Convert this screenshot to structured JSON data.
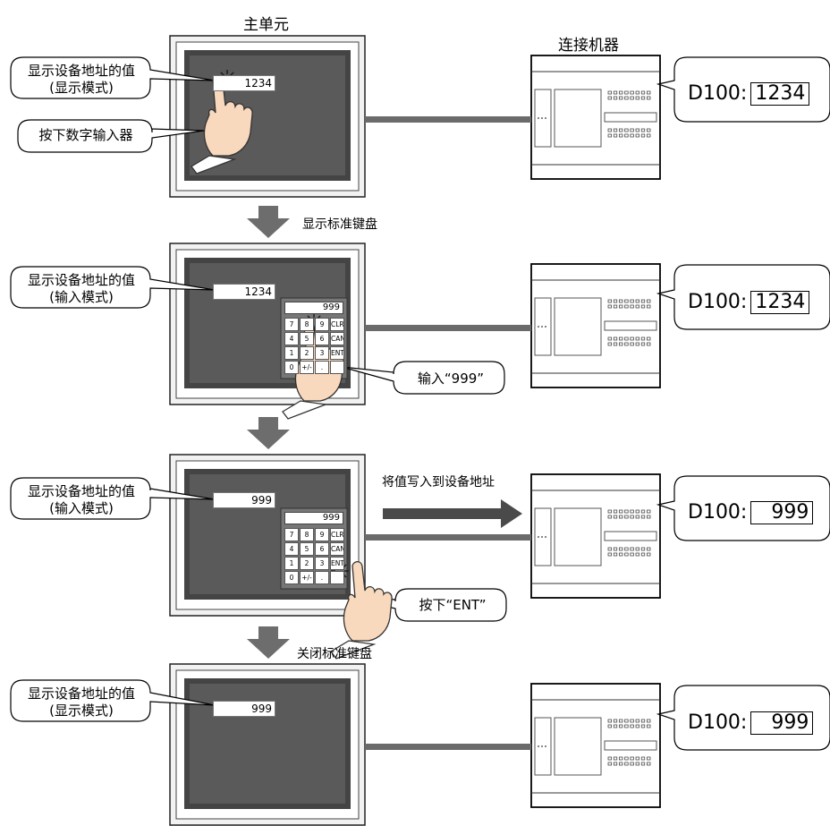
{
  "header": {
    "main_unit": "主单元",
    "device": "连接机器"
  },
  "transitions": [
    {
      "label": "显示标准键盘"
    },
    {
      "label": ""
    },
    {
      "label": "关闭标准键盘"
    }
  ],
  "write_arrow_label": "将值写入到设备地址",
  "steps": [
    {
      "mode_line1": "显示设备地址的值",
      "mode_line2": "(显示模式)",
      "screen_value": "1234",
      "action_text": "按下数字输入器",
      "keypad_display": "",
      "d_label": "D100:",
      "d_value": "1234"
    },
    {
      "mode_line1": "显示设备地址的值",
      "mode_line2": "(输入模式)",
      "screen_value": "1234",
      "action_text": "输入“999”",
      "keypad_display": "999",
      "d_label": "D100:",
      "d_value": "1234"
    },
    {
      "mode_line1": "显示设备地址的值",
      "mode_line2": "(输入模式)",
      "screen_value": "999",
      "action_text": "按下“ENT”",
      "keypad_display": "999",
      "d_label": "D100:",
      "d_value": "999"
    },
    {
      "mode_line1": "显示设备地址的值",
      "mode_line2": "(显示模式)",
      "screen_value": "999",
      "action_text": "",
      "keypad_display": "",
      "d_label": "D100:",
      "d_value": "999"
    }
  ],
  "keypad": {
    "keys": [
      [
        "7",
        "8",
        "9",
        "CLR"
      ],
      [
        "4",
        "5",
        "6",
        "CAN"
      ],
      [
        "1",
        "2",
        "3",
        "ENT"
      ],
      [
        "0",
        "+/-",
        ".",
        ""
      ]
    ]
  },
  "colors": {
    "line": "#6b6b6b",
    "arrow": "#6d6d6d",
    "screen": "#5a5a5a",
    "bezel": "#f2f2f2",
    "hand": "#f9d9bd"
  }
}
